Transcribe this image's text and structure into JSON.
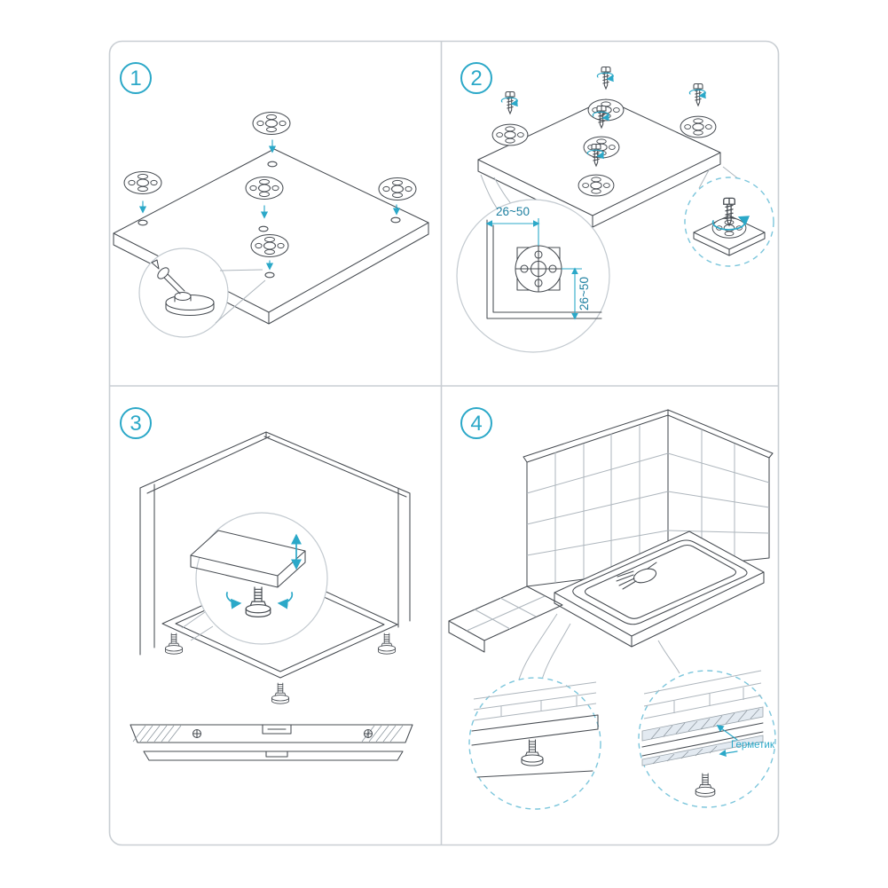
{
  "colors": {
    "accent_teal": "#2BA8C8",
    "line": "#474c52",
    "light_line": "#aeb6bd",
    "panel_border": "#c9ced3",
    "zoom_circle_teal": "#7cc6dc",
    "sealant_fill": "#e3eaf1",
    "dimension_text": "#1d7fa0",
    "background": "#ffffff"
  },
  "steps": [
    {
      "number": "1"
    },
    {
      "number": "2"
    },
    {
      "number": "3"
    },
    {
      "number": "4"
    }
  ],
  "panel2": {
    "dimension_horizontal": "26~50",
    "dimension_vertical": "26~50"
  },
  "panel4": {
    "sealant_label": "Герметик"
  },
  "icons": [
    {
      "name": "down-arrow-icon",
      "meaning": "insert fastener downward"
    },
    {
      "name": "rotate-arrow-icon",
      "meaning": "turn / screw in"
    },
    {
      "name": "up-down-arrow-icon",
      "meaning": "height adjustment"
    },
    {
      "name": "zoom-detail-circle",
      "meaning": "magnified detail"
    }
  ]
}
